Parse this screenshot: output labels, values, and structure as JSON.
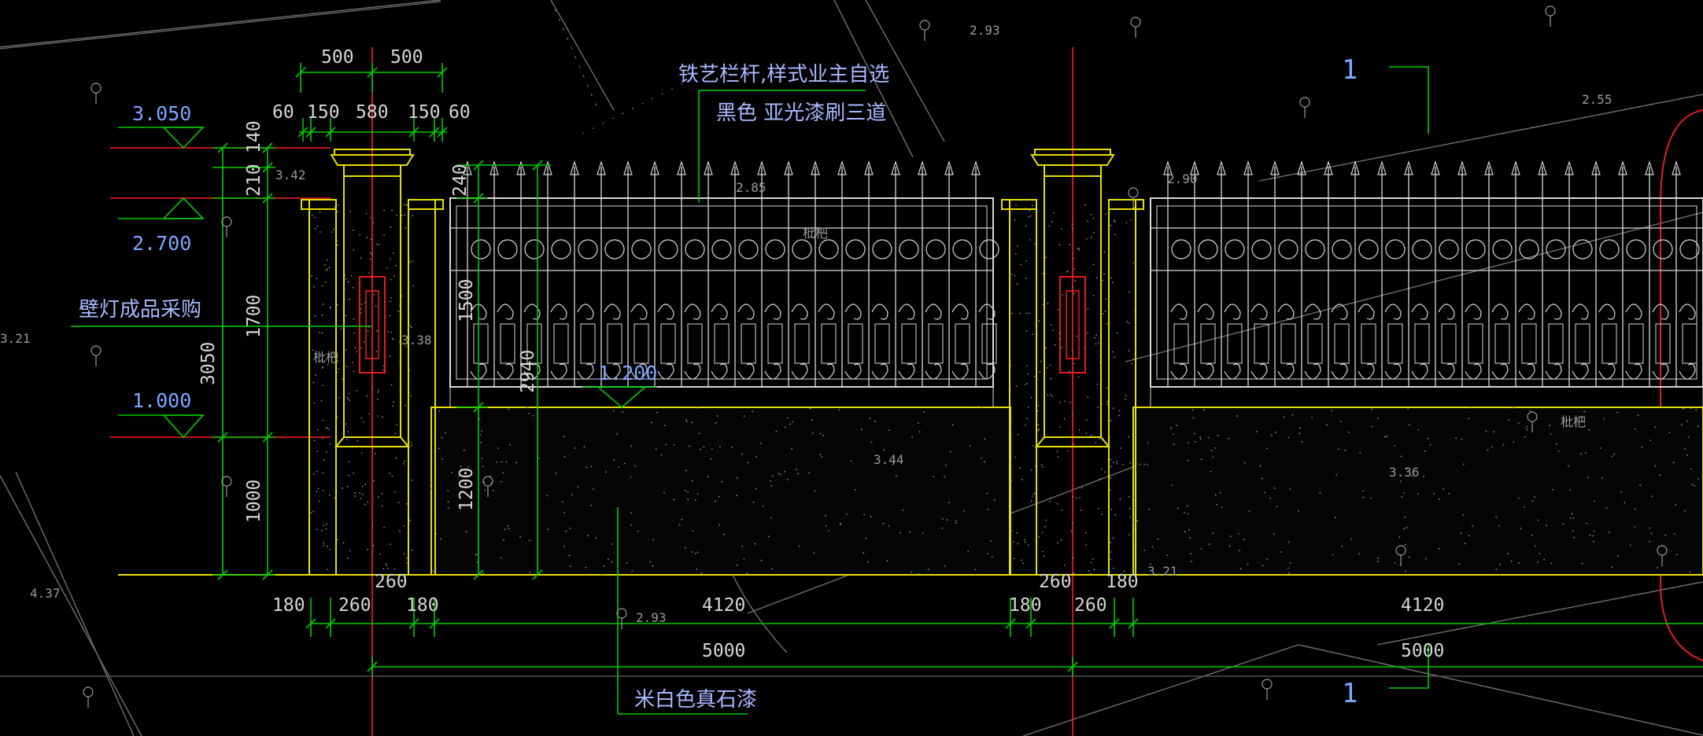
{
  "drawing": {
    "colors": {
      "background": "#000000",
      "wall": "#e6e000",
      "dimension": "#00cc00",
      "axis": "#ff2020",
      "railing": "#d8d8d8",
      "label_blue": "#7fa6ff",
      "survey": "#9a9a9a"
    },
    "dims_top": {
      "d500_left": "500",
      "d500_right": "500",
      "d60_left": "60",
      "d150_left": "150",
      "d580": "580",
      "d150_right": "150",
      "d60_right": "60"
    },
    "elevations": {
      "e3050": "3.050",
      "e2700": "2.700",
      "e1000": "1.000",
      "e1200": "1.200"
    },
    "dims_vertical": {
      "v140": "140",
      "v210": "210",
      "v1700": "1700",
      "v3050": "3050",
      "v1000": "1000",
      "v240": "240",
      "v1500": "1500",
      "v2940": "2940",
      "v1200": "1200"
    },
    "dims_bottom": {
      "b260_top": "260",
      "b180_a": "180",
      "b260_a": "260",
      "b180_b": "180",
      "b4120_a": "4120",
      "b5000_a": "5000",
      "b180_c": "180",
      "b260_b": "260",
      "b260_c": "260",
      "b180_d": "180",
      "b4120_b": "4120",
      "b5000_b": "5000"
    },
    "notes": {
      "railing_line1": "铁艺栏杆,样式业主自选",
      "railing_line2": "黑色  亚光漆刷三道",
      "wall_light": "壁灯成品采购",
      "paint": "米白色真石漆",
      "section_top": "1",
      "section_bottom": "1"
    },
    "survey_points": {
      "p293_top": "2.93",
      "p255": "2.55",
      "p342": "3.42",
      "p285": "2.85",
      "p290": "2.90",
      "p338": "3.38",
      "p344": "3.44",
      "p336": "3.36",
      "p321_right": "3.21",
      "p293_bottom": "2.93",
      "p437": "4.37",
      "p321_left": "3.21"
    },
    "tree_labels": {
      "t1": "枇杷",
      "t2": "枇杷",
      "t3": "枇杷"
    }
  }
}
